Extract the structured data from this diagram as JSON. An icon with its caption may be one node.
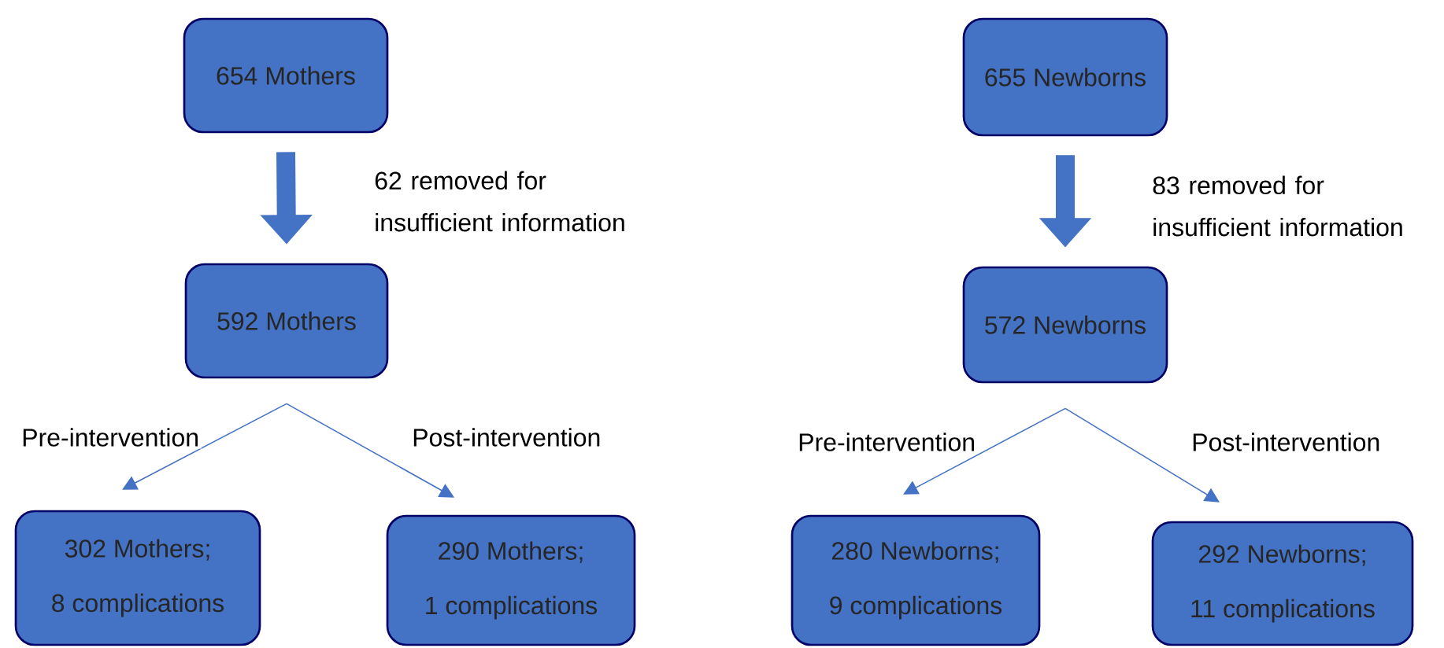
{
  "diagram": {
    "nodes": [
      {
        "text": [
          "654 Mothers"
        ]
      },
      {
        "text": [
          "592 Mothers"
        ]
      },
      {
        "text": [
          "302 Mothers;",
          "8 complications"
        ]
      },
      {
        "text": [
          "290 Mothers;",
          "1 complications"
        ]
      },
      {
        "text": [
          "655 Newborns"
        ]
      },
      {
        "text": [
          "572 Newborns"
        ]
      },
      {
        "text": [
          "280 Newborns;",
          "9 complications"
        ]
      },
      {
        "text": [
          "292 Newborns;",
          "11 complications"
        ]
      }
    ],
    "edges": [
      {
        "from": 0,
        "to": 1,
        "arrow": "to",
        "style": "thick",
        "label": "62 removed for insufficient information"
      },
      {
        "from": 1,
        "to": 2,
        "arrow": "to",
        "label": "Pre-intervention"
      },
      {
        "from": 1,
        "to": 3,
        "arrow": "to",
        "label": "Post-intervention"
      },
      {
        "from": 4,
        "to": 5,
        "arrow": "to",
        "style": "thick",
        "label": "83 removed for insufficient information"
      },
      {
        "from": 5,
        "to": 6,
        "arrow": "to",
        "label": "Pre-intervention"
      },
      {
        "from": 5,
        "to": 7,
        "arrow": "to",
        "label": "Post-intervention"
      }
    ]
  }
}
